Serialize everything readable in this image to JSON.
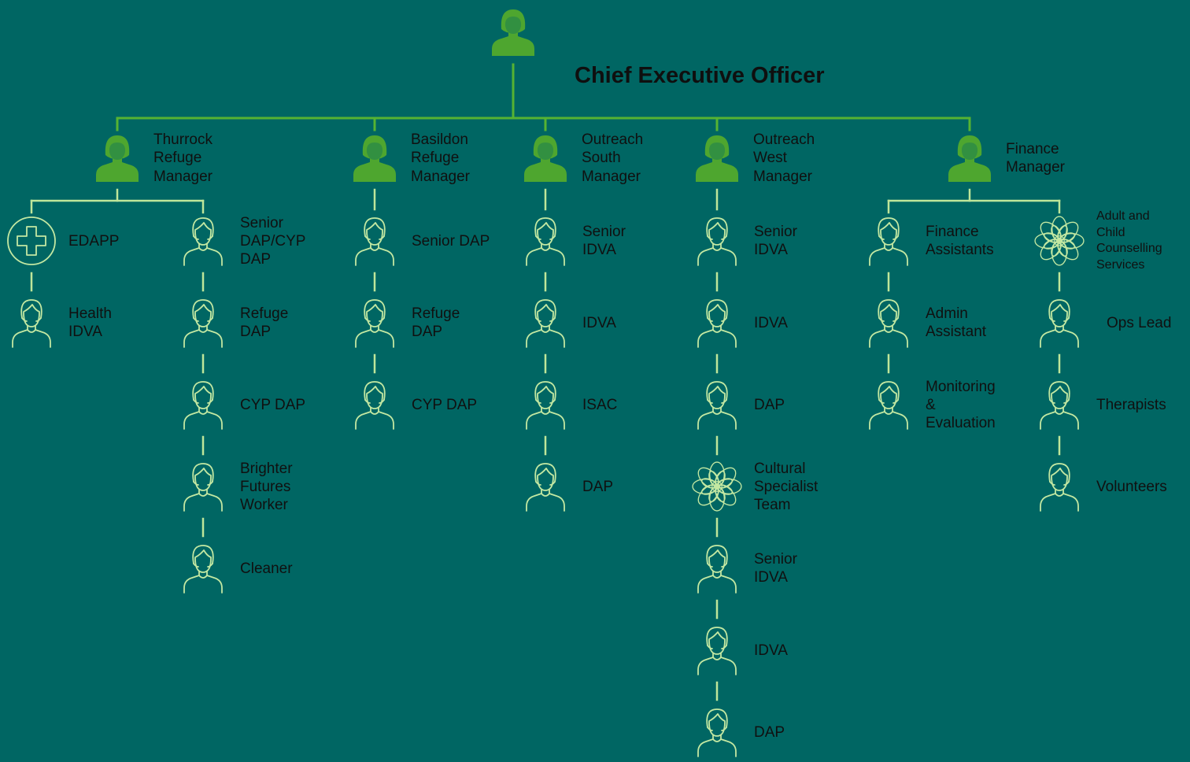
{
  "colors": {
    "background": "#006663",
    "manager_icon": "#4ea62f",
    "outline_icon": "#c3e8a2",
    "connector_dark": "#56b332",
    "connector_light": "#bfe69a",
    "text": "#101010"
  },
  "ceo": {
    "title": "Chief Executive Officer",
    "icon": "person-filled-icon"
  },
  "managers": [
    {
      "label": "Thurrock\nRefuge\nManager",
      "icon": "person-filled-icon"
    },
    {
      "label": "Basildon\nRefuge\nManager",
      "icon": "person-filled-icon"
    },
    {
      "label": "Outreach\nSouth\nManager",
      "icon": "person-filled-icon"
    },
    {
      "label": "Outreach\nWest\nManager",
      "icon": "person-filled-icon"
    },
    {
      "label": "Finance\nManager",
      "icon": "person-filled-icon"
    }
  ],
  "staff": {
    "thurrock_a": [
      {
        "label": "EDAPP",
        "icon": "medical-cross-icon"
      },
      {
        "label": "Health\nIDVA",
        "icon": "person-outline-icon"
      }
    ],
    "thurrock_b": [
      {
        "label": "Senior\nDAP/CYP\nDAP",
        "icon": "person-outline-icon"
      },
      {
        "label": "Refuge\nDAP",
        "icon": "person-outline-icon"
      },
      {
        "label": "CYP DAP",
        "icon": "person-outline-icon"
      },
      {
        "label": "Brighter\nFutures\nWorker",
        "icon": "person-outline-icon"
      },
      {
        "label": "Cleaner",
        "icon": "person-outline-icon"
      }
    ],
    "basildon": [
      {
        "label": "Senior DAP",
        "icon": "person-outline-icon"
      },
      {
        "label": "Refuge\nDAP",
        "icon": "person-outline-icon"
      },
      {
        "label": "CYP DAP",
        "icon": "person-outline-icon"
      }
    ],
    "outreach_south": [
      {
        "label": "Senior\nIDVA",
        "icon": "person-outline-icon"
      },
      {
        "label": "IDVA",
        "icon": "person-outline-icon"
      },
      {
        "label": "ISAC",
        "icon": "person-outline-icon"
      },
      {
        "label": "DAP",
        "icon": "person-outline-icon"
      }
    ],
    "outreach_west": [
      {
        "label": "Senior\nIDVA",
        "icon": "person-outline-icon"
      },
      {
        "label": "IDVA",
        "icon": "person-outline-icon"
      },
      {
        "label": "DAP",
        "icon": "person-outline-icon"
      },
      {
        "label": "Cultural\nSpecialist\nTeam",
        "icon": "flower-icon"
      },
      {
        "label": "Senior\nIDVA",
        "icon": "person-outline-icon"
      },
      {
        "label": "IDVA",
        "icon": "person-outline-icon"
      },
      {
        "label": "DAP",
        "icon": "person-outline-icon"
      }
    ],
    "finance_a": [
      {
        "label": "Finance\nAssistants",
        "icon": "person-outline-icon"
      },
      {
        "label": "Admin\nAssistant",
        "icon": "person-outline-icon"
      },
      {
        "label": "Monitoring\n&\nEvaluation",
        "icon": "person-outline-icon"
      }
    ],
    "finance_b": [
      {
        "label": "Adult and\nChild\nCounselling\nServices",
        "icon": "flower-icon"
      },
      {
        "label": "Ops Lead",
        "icon": "person-outline-icon"
      },
      {
        "label": "Therapists",
        "icon": "person-outline-icon"
      },
      {
        "label": "Volunteers",
        "icon": "person-outline-icon"
      }
    ]
  }
}
